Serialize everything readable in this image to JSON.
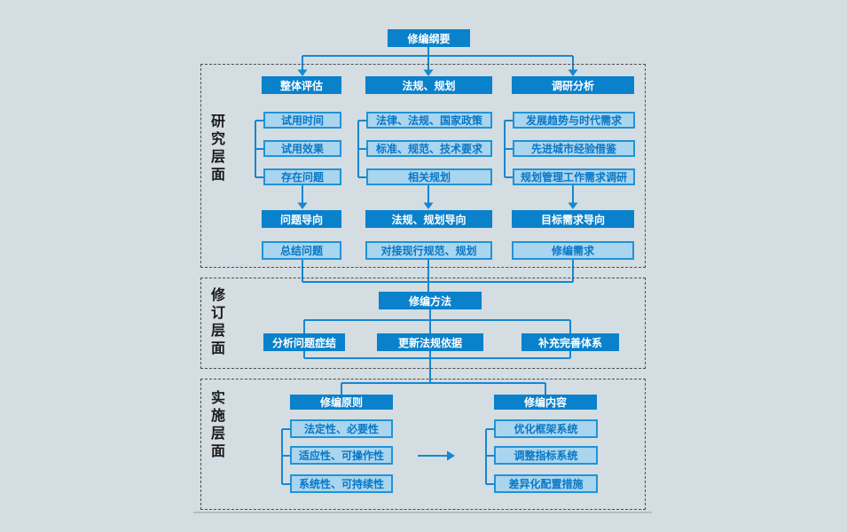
{
  "colors": {
    "page_bg": "#d3dde2",
    "dark_box": "#0a81cb",
    "light_box_bg": "#a9d5ef",
    "light_box_border": "#2293d6",
    "light_box_text": "#0877c6",
    "connector": "#1787d1",
    "section_border": "#4d4d4d",
    "section_label_text": "#1a1a1a"
  },
  "root": {
    "label": "修编纲要"
  },
  "sections": [
    {
      "id": "research",
      "label": "研究层面",
      "columns": [
        {
          "header": "整体评估",
          "items": [
            "试用时间",
            "试用效果",
            "存在问题"
          ],
          "orientation_box": "问题导向",
          "result_box": "总结问题"
        },
        {
          "header": "法规、规划",
          "items": [
            "法律、法规、国家政策",
            "标准、规范、技术要求",
            "相关规划"
          ],
          "orientation_box": "法规、规划导向",
          "result_box": "对接现行规范、规划"
        },
        {
          "header": "调研分析",
          "items": [
            "发展趋势与时代需求",
            "先进城市经验借鉴",
            "规划管理工作需求调研"
          ],
          "orientation_box": "目标需求导向",
          "result_box": "修编需求"
        }
      ]
    },
    {
      "id": "revision",
      "label": "修订层面",
      "method_box": "修编方法",
      "method_items": [
        "分析问题症结",
        "更新法规依据",
        "补充完善体系"
      ]
    },
    {
      "id": "implementation",
      "label": "实施层面",
      "groups": [
        {
          "header": "修编原则",
          "items": [
            "法定性、必要性",
            "适应性、可操作性",
            "系统性、可持续性"
          ]
        },
        {
          "header": "修编内容",
          "items": [
            "优化框架系统",
            "调整指标系统",
            "差异化配置措施"
          ]
        }
      ]
    }
  ]
}
